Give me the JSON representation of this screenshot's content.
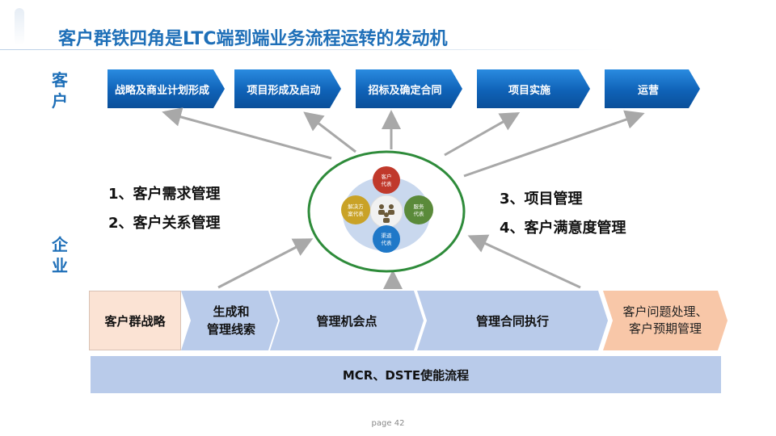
{
  "title": "客户群铁四角是LTC端到端业务流程运转的发动机",
  "side_labels": {
    "customer": [
      "客",
      "户"
    ],
    "enterprise": [
      "企",
      "业"
    ]
  },
  "customer_stages": [
    {
      "label": "战略及商业计划形成"
    },
    {
      "label": "项目形成及启动"
    },
    {
      "label": "招标及确定合同"
    },
    {
      "label": "项目实施"
    },
    {
      "label": "运营"
    }
  ],
  "management_items": {
    "left": [
      "1、客户需求管理",
      "2、客户关系管理"
    ],
    "right": [
      "3、项目管理",
      "4、客户满意度管理"
    ]
  },
  "hub": {
    "roles": {
      "top": [
        "客户",
        "代表"
      ],
      "left": [
        "解决方",
        "案代表"
      ],
      "right": [
        "服务",
        "代表"
      ],
      "bottom": [
        "渠道",
        "代表"
      ]
    },
    "colors": {
      "top": "#c0392b",
      "left": "#c9a227",
      "right": "#5a8a3a",
      "bottom": "#1f78c8",
      "ring": "#2e8b3a",
      "petal": "#c9d8ee"
    }
  },
  "process_steps": [
    {
      "lines": [
        "客户群战略"
      ]
    },
    {
      "lines": [
        "生成和",
        "管理线索"
      ]
    },
    {
      "lines": [
        "管理机会点"
      ]
    },
    {
      "lines": [
        "管理合同执行"
      ]
    },
    {
      "lines": [
        "客户问题处理、",
        "客户预期管理"
      ]
    }
  ],
  "enabling_bar": "MCR、DSTE使能流程",
  "page_label": "page 42",
  "colors": {
    "title": "#1e6fb8",
    "chevron": "#0f62b7",
    "process_blue": "#b9cbea",
    "process_peach": "#fbe3d4",
    "process_orange": "#f8c7a8"
  }
}
